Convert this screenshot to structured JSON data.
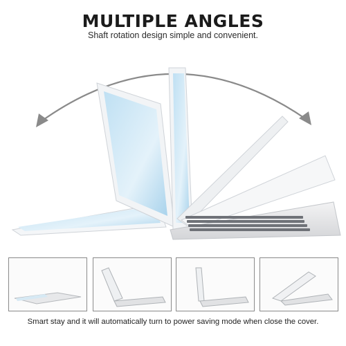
{
  "header": {
    "title": "MULTIPLE ANGLES",
    "subtitle": "Shaft rotation design simple and convenient."
  },
  "hero": {
    "arc_arrow_color": "#8a8a8a",
    "device_frame_color": "#d9dde2",
    "screen_color": "#cfe6f4",
    "keyboard_color": "#e9e9ea"
  },
  "thumbnails": [
    {
      "name": "flat-open"
    },
    {
      "name": "laptop-open"
    },
    {
      "name": "standing-upright"
    },
    {
      "name": "typing-stand"
    }
  ],
  "footer": {
    "caption": "Smart stay and it will automatically turn to power saving mode when close the cover."
  }
}
